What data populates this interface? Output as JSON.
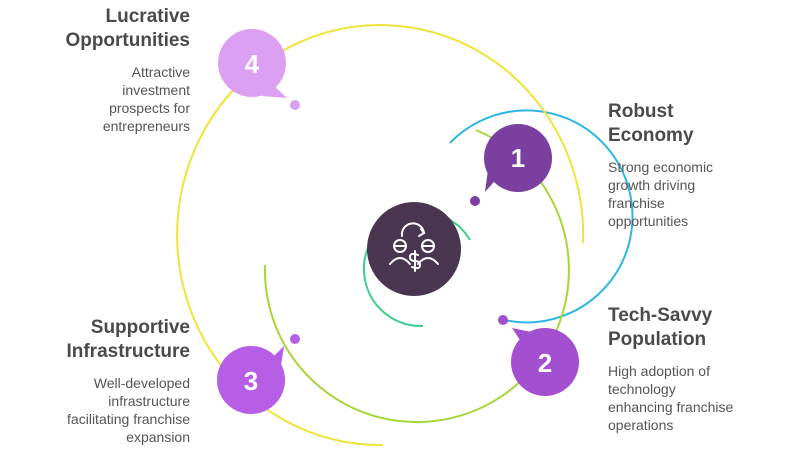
{
  "items": [
    {
      "number": "1",
      "title_line1": "Robust",
      "title_line2": "Economy",
      "desc_lines": [
        "Strong economic",
        "growth driving",
        "franchise",
        "opportunities"
      ],
      "color": "#7b3fa0"
    },
    {
      "number": "2",
      "title_line1": "Tech-Savvy",
      "title_line2": "Population",
      "desc_lines": [
        "High adoption of",
        "technology",
        "enhancing franchise",
        "operations"
      ],
      "color": "#a24fd0"
    },
    {
      "number": "3",
      "title_line1": "Supportive",
      "title_line2": "Infrastructure",
      "desc_lines": [
        "Well-developed",
        "infrastructure",
        "facilitating franchise",
        "expansion"
      ],
      "color": "#b75ee6"
    },
    {
      "number": "4",
      "title_line1": "Lucrative",
      "title_line2": "Opportunities",
      "desc_lines": [
        "Attractive",
        "investment",
        "prospects for",
        "entrepreneurs"
      ],
      "color": "#dca0f2"
    }
  ],
  "center_icon": "money-exchange-people-icon",
  "colors": {
    "center": "#4a3650",
    "ring_inner": "#3ccf8e",
    "ring_2": "#2bb7e6",
    "ring_3": "#a6d63a",
    "ring_outer": "#f0e33a"
  }
}
